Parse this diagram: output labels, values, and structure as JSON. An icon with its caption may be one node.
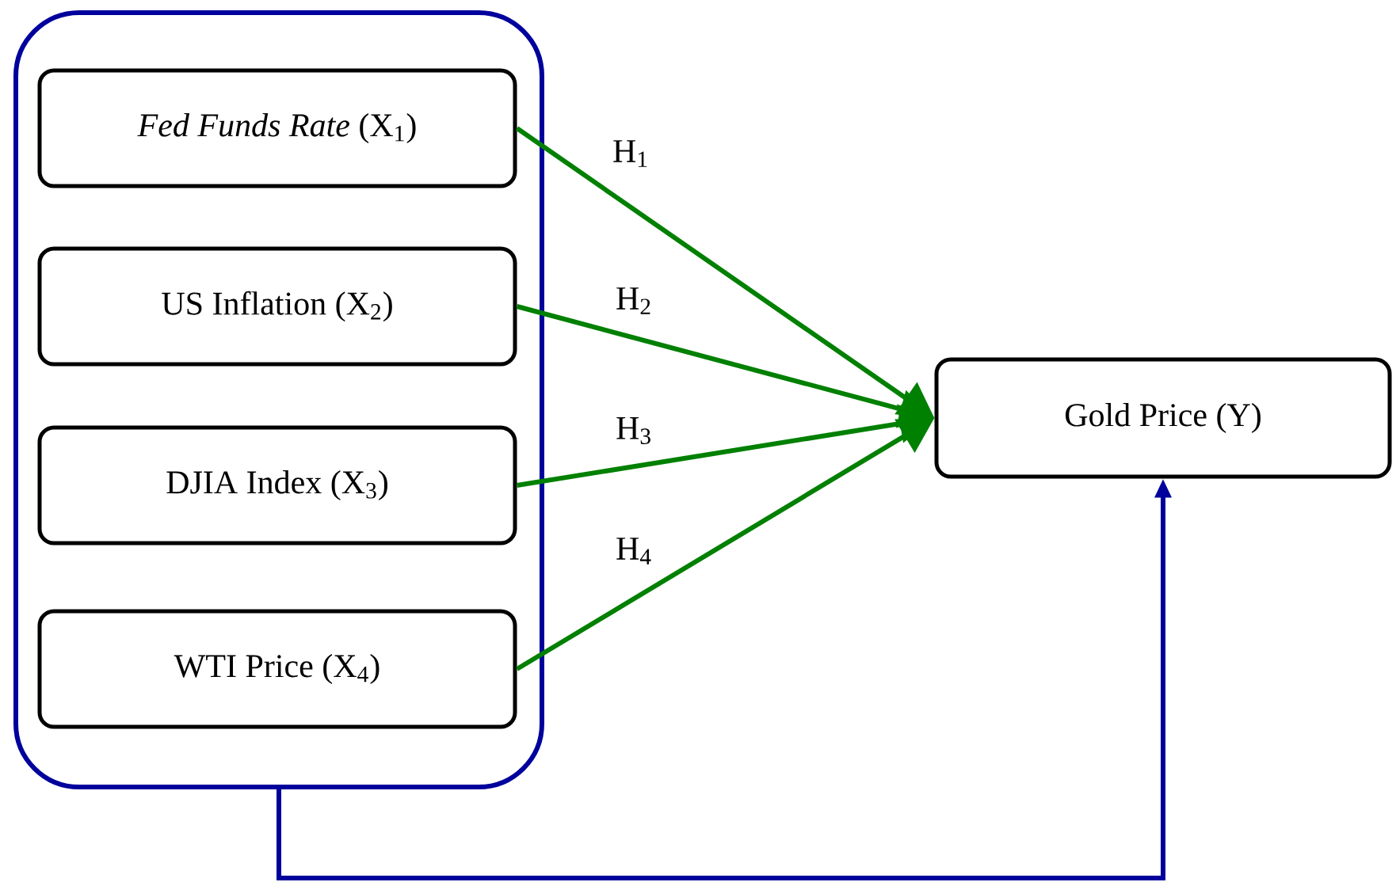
{
  "diagram": {
    "nodes": [
      {
        "text": [],
        "shape": "box"
      },
      {
        "text": [
          "*Fed Funds Rate* (X$_{1}$)"
        ],
        "in": 0
      },
      {
        "text": [
          "US Inflation (X$_{2}$)"
        ],
        "in": 0
      },
      {
        "text": [
          "DJIA Index (X$_{3}$)"
        ],
        "in": 0
      },
      {
        "text": [
          "WTI Price (X$_{4}$)"
        ],
        "in": 0
      },
      {
        "text": [
          "Gold Price (Y)"
        ]
      }
    ],
    "edges": [
      {
        "from": 1,
        "to": 5,
        "arrow": "to",
        "label": "H$_{1}$"
      },
      {
        "from": 2,
        "to": 5,
        "arrow": "to",
        "label": "H$_{2}$"
      },
      {
        "from": 3,
        "to": 5,
        "arrow": "to",
        "label": "H$_{3}$"
      },
      {
        "from": 4,
        "to": 5,
        "arrow": "to",
        "label": "H$_{4}$"
      },
      {
        "from": 0,
        "to": 5,
        "arrow": "to",
        "color": "#00009c"
      }
    ]
  }
}
